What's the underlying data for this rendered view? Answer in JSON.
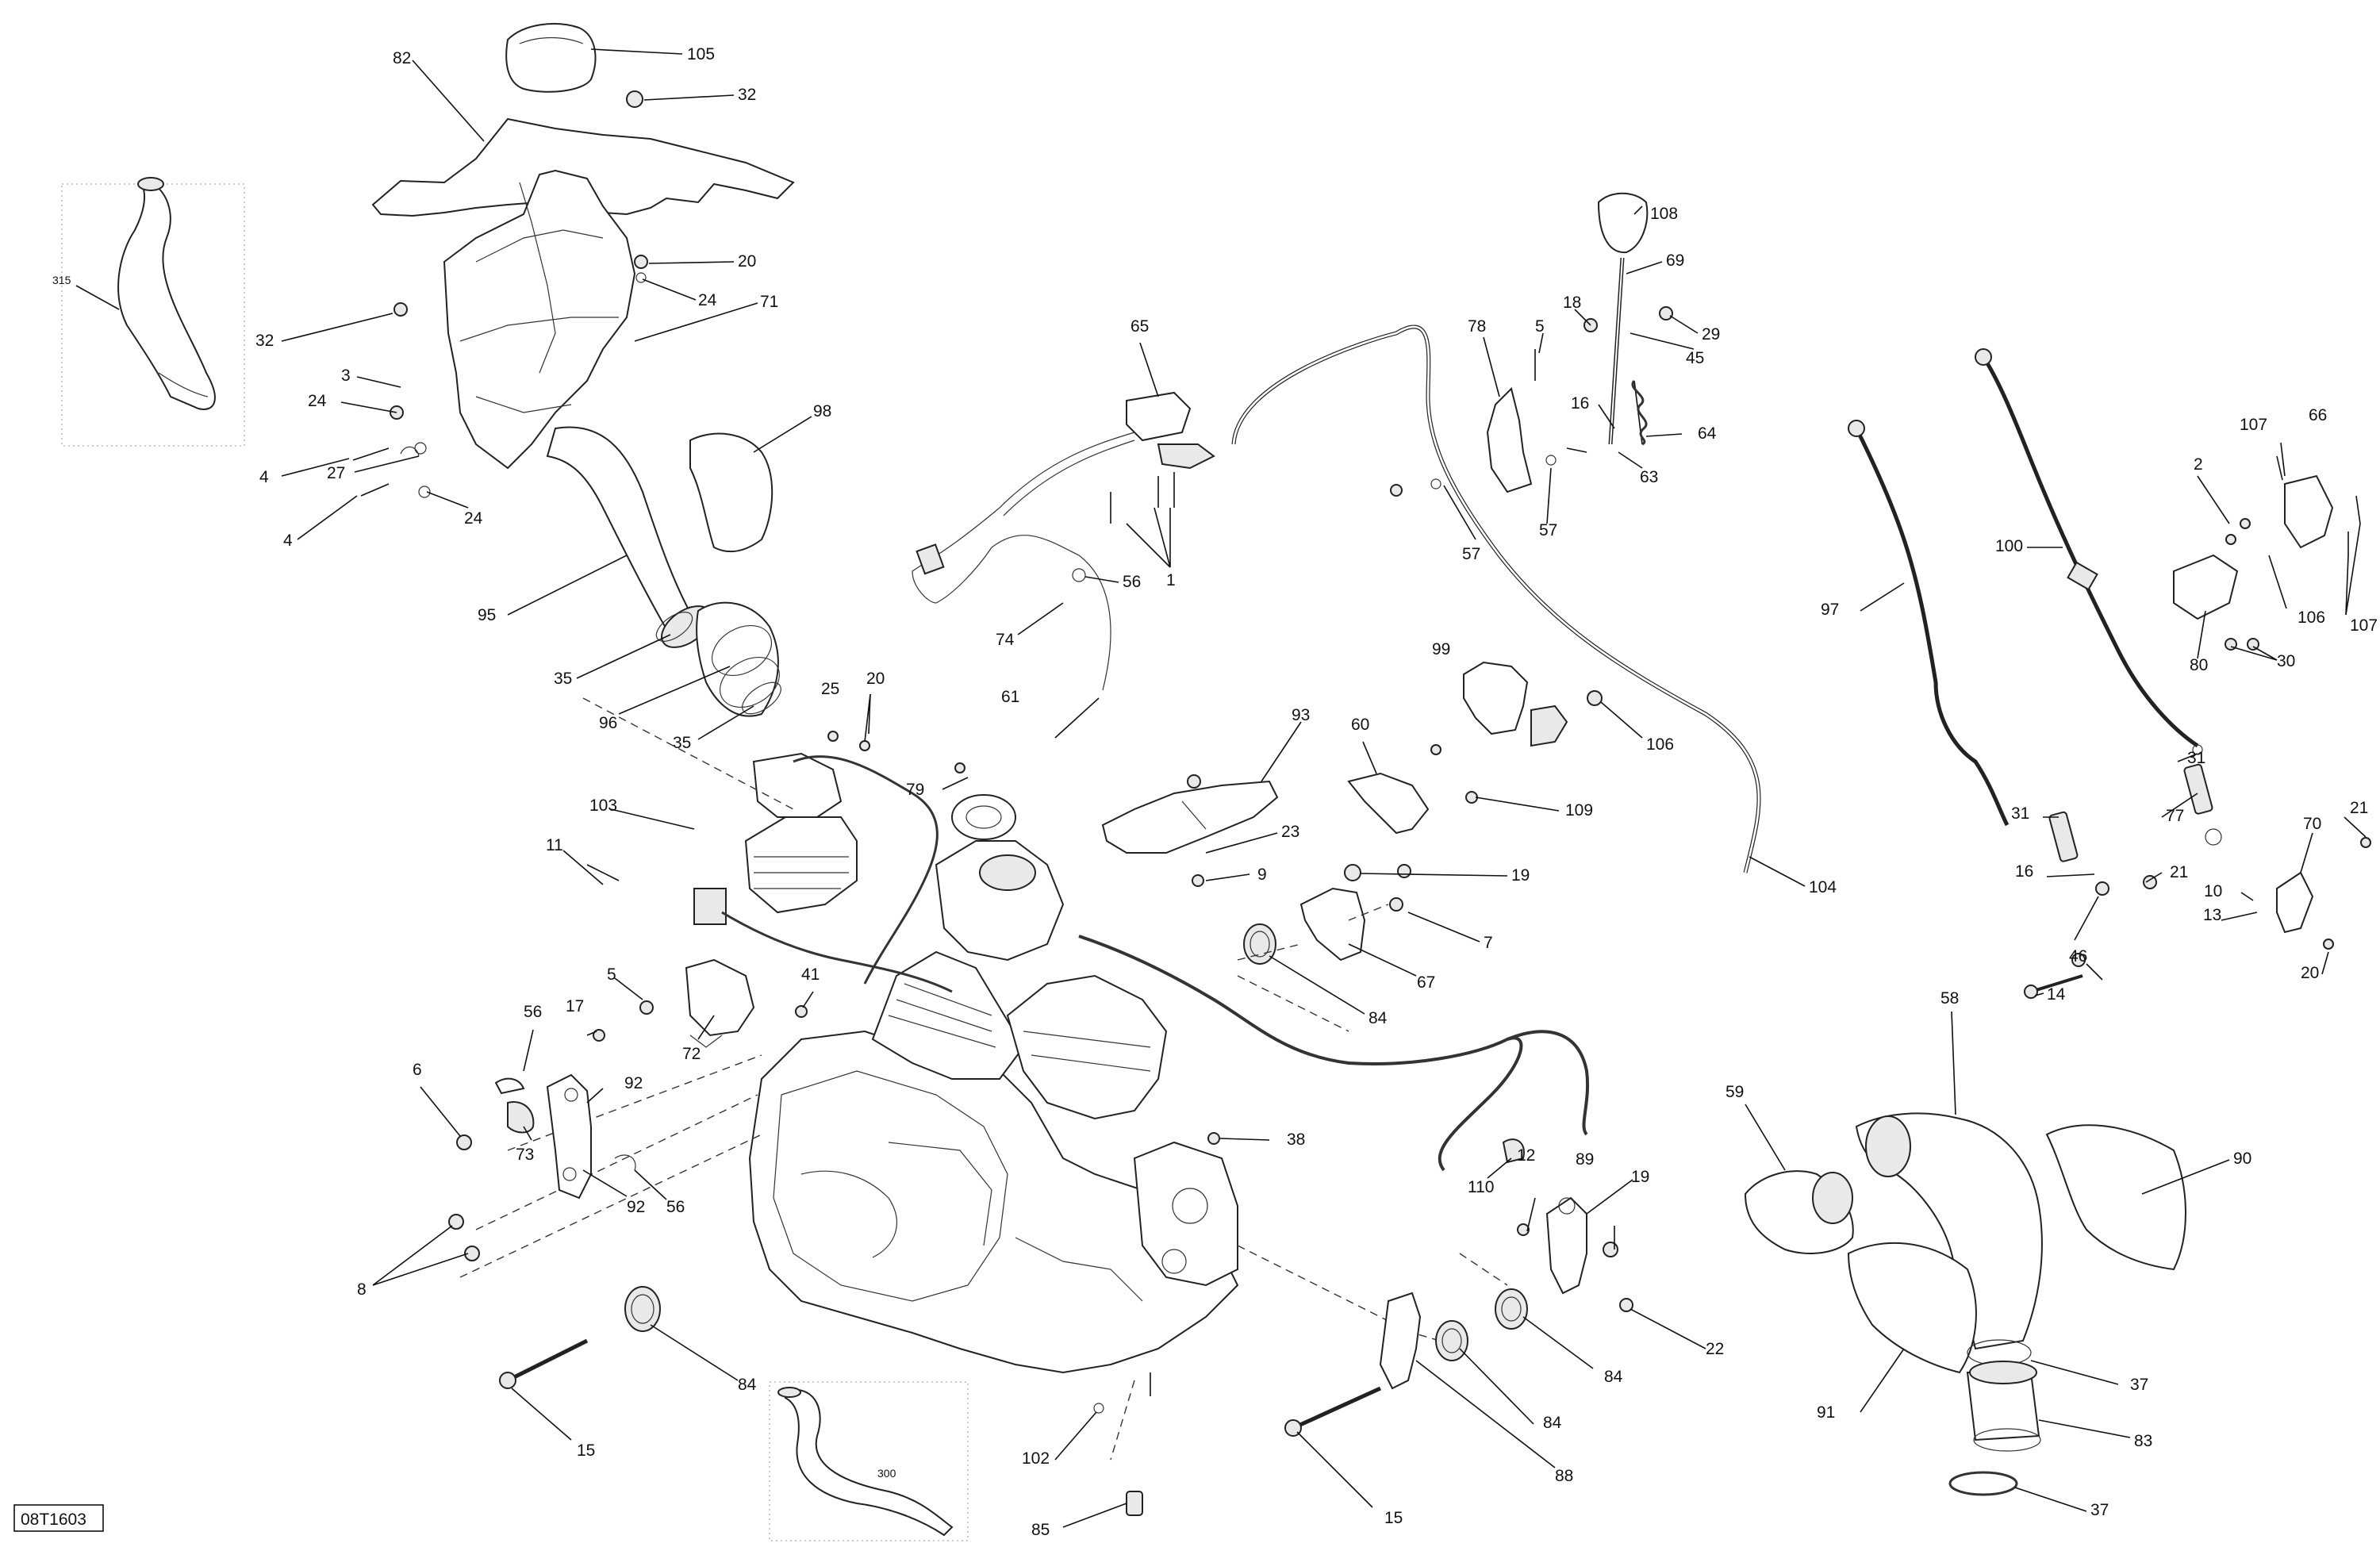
{
  "diagram": {
    "id_label": "08T1603",
    "inset_labels": [
      "315",
      "300"
    ],
    "callouts": [
      {
        "id": "c105",
        "text": "105"
      },
      {
        "id": "c82",
        "text": "82"
      },
      {
        "id": "c32a",
        "text": "32"
      },
      {
        "id": "c20a",
        "text": "20"
      },
      {
        "id": "c24a",
        "text": "24"
      },
      {
        "id": "c71",
        "text": "71"
      },
      {
        "id": "c32b",
        "text": "32"
      },
      {
        "id": "c3",
        "text": "3"
      },
      {
        "id": "c24b",
        "text": "24"
      },
      {
        "id": "c4a",
        "text": "4"
      },
      {
        "id": "c27",
        "text": "27"
      },
      {
        "id": "c4b",
        "text": "4"
      },
      {
        "id": "c24c",
        "text": "24"
      },
      {
        "id": "c98",
        "text": "98"
      },
      {
        "id": "c95",
        "text": "95"
      },
      {
        "id": "c35a",
        "text": "35"
      },
      {
        "id": "c96",
        "text": "96"
      },
      {
        "id": "c35b",
        "text": "35"
      },
      {
        "id": "c65",
        "text": "65"
      },
      {
        "id": "c56a",
        "text": "56"
      },
      {
        "id": "c1",
        "text": "1"
      },
      {
        "id": "c74",
        "text": "74"
      },
      {
        "id": "c61",
        "text": "61"
      },
      {
        "id": "c108",
        "text": "108"
      },
      {
        "id": "c69",
        "text": "69"
      },
      {
        "id": "c18",
        "text": "18"
      },
      {
        "id": "c78",
        "text": "78"
      },
      {
        "id": "c5a",
        "text": "5"
      },
      {
        "id": "c29",
        "text": "29"
      },
      {
        "id": "c45",
        "text": "45"
      },
      {
        "id": "c16a",
        "text": "16"
      },
      {
        "id": "c64",
        "text": "64"
      },
      {
        "id": "c63",
        "text": "63"
      },
      {
        "id": "c57a",
        "text": "57"
      },
      {
        "id": "c57b",
        "text": "57"
      },
      {
        "id": "c99",
        "text": "99"
      },
      {
        "id": "c106a",
        "text": "106"
      },
      {
        "id": "c104",
        "text": "104"
      },
      {
        "id": "c60",
        "text": "60"
      },
      {
        "id": "c109",
        "text": "109"
      },
      {
        "id": "c93",
        "text": "93"
      },
      {
        "id": "c23",
        "text": "23"
      },
      {
        "id": "c9",
        "text": "9"
      },
      {
        "id": "c25",
        "text": "25"
      },
      {
        "id": "c20b",
        "text": "20"
      },
      {
        "id": "c79",
        "text": "79"
      },
      {
        "id": "c103",
        "text": "103"
      },
      {
        "id": "c11",
        "text": "11"
      },
      {
        "id": "c19a",
        "text": "19"
      },
      {
        "id": "c7",
        "text": "7"
      },
      {
        "id": "c67",
        "text": "67"
      },
      {
        "id": "c84a",
        "text": "84"
      },
      {
        "id": "c5b",
        "text": "5"
      },
      {
        "id": "c41",
        "text": "41"
      },
      {
        "id": "c72",
        "text": "72"
      },
      {
        "id": "c56b",
        "text": "56"
      },
      {
        "id": "c17",
        "text": "17"
      },
      {
        "id": "c6",
        "text": "6"
      },
      {
        "id": "c92a",
        "text": "92"
      },
      {
        "id": "c73",
        "text": "73"
      },
      {
        "id": "c92b",
        "text": "92"
      },
      {
        "id": "c56c",
        "text": "56"
      },
      {
        "id": "c8",
        "text": "8"
      },
      {
        "id": "c38",
        "text": "38"
      },
      {
        "id": "c110",
        "text": "110"
      },
      {
        "id": "c12",
        "text": "12"
      },
      {
        "id": "c89",
        "text": "89"
      },
      {
        "id": "c19b",
        "text": "19"
      },
      {
        "id": "c22",
        "text": "22"
      },
      {
        "id": "c84b",
        "text": "84"
      },
      {
        "id": "c84c",
        "text": "84"
      },
      {
        "id": "c84d",
        "text": "84"
      },
      {
        "id": "c88",
        "text": "88"
      },
      {
        "id": "c15a",
        "text": "15"
      },
      {
        "id": "c15b",
        "text": "15"
      },
      {
        "id": "c102",
        "text": "102"
      },
      {
        "id": "c85",
        "text": "85"
      },
      {
        "id": "c97",
        "text": "97"
      },
      {
        "id": "c100",
        "text": "100"
      },
      {
        "id": "c107a",
        "text": "107"
      },
      {
        "id": "c66",
        "text": "66"
      },
      {
        "id": "c2",
        "text": "2"
      },
      {
        "id": "c106b",
        "text": "106"
      },
      {
        "id": "c107b",
        "text": "107"
      },
      {
        "id": "c80",
        "text": "80"
      },
      {
        "id": "c30",
        "text": "30"
      },
      {
        "id": "c31a",
        "text": "31"
      },
      {
        "id": "c31b",
        "text": "31"
      },
      {
        "id": "c77",
        "text": "77"
      },
      {
        "id": "c16b",
        "text": "16"
      },
      {
        "id": "c21a",
        "text": "21"
      },
      {
        "id": "c70",
        "text": "70"
      },
      {
        "id": "c10",
        "text": "10"
      },
      {
        "id": "c21b",
        "text": "21"
      },
      {
        "id": "c46",
        "text": "46"
      },
      {
        "id": "c13",
        "text": "13"
      },
      {
        "id": "c14",
        "text": "14"
      },
      {
        "id": "c20c",
        "text": "20"
      },
      {
        "id": "c58",
        "text": "58"
      },
      {
        "id": "c59",
        "text": "59"
      },
      {
        "id": "c90",
        "text": "90"
      },
      {
        "id": "c91",
        "text": "91"
      },
      {
        "id": "c37a",
        "text": "37"
      },
      {
        "id": "c83",
        "text": "83"
      },
      {
        "id": "c37b",
        "text": "37"
      }
    ]
  }
}
